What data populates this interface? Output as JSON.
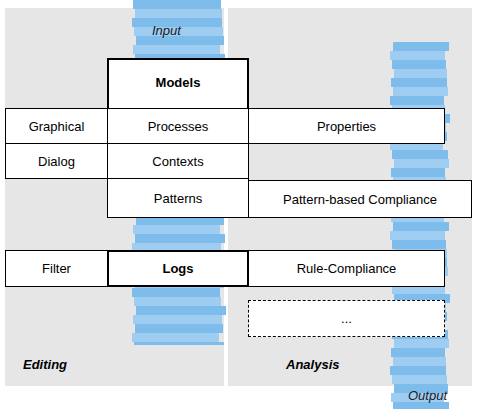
{
  "diagram": {
    "nodes": [
      {
        "text": [
          "Models"
        ]
      },
      {
        "text": [
          "Graphical"
        ]
      },
      {
        "text": [
          "Processes"
        ],
        "in": 0
      },
      {
        "text": [
          "Properties"
        ]
      },
      {
        "text": [
          "Dialog"
        ]
      },
      {
        "text": [
          "Contexts"
        ],
        "in": 0
      },
      {
        "text": [
          "Patterns"
        ],
        "in": 0
      },
      {
        "text": [
          "Pattern-based Compliance"
        ]
      },
      {
        "text": [
          "Filter"
        ]
      },
      {
        "text": [
          "Logs"
        ]
      },
      {
        "text": [
          "Rule-Compliance"
        ]
      },
      {
        "text": [
          "..."
        ]
      }
    ],
    "labels": [
      "Input",
      "Editing",
      "Analysis",
      "Output"
    ]
  }
}
